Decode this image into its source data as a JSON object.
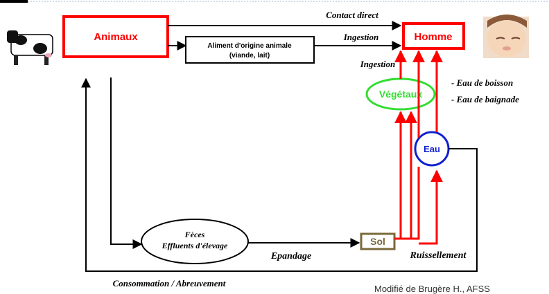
{
  "nodes": {
    "animaux": "Animaux",
    "homme": "Homme",
    "aliment_line1": "Aliment d'origine animale",
    "aliment_line2": "(viande, lait)",
    "vegetaux": "Végétaux",
    "eau": "Eau",
    "feces_line1": "Fèces",
    "feces_line2": "Effluents d'élevage",
    "sol": "Sol"
  },
  "edge_labels": {
    "contact_direct": "Contact direct",
    "ingestion_1": "Ingestion",
    "ingestion_2": "Ingestion",
    "eau_boisson": "- Eau de boisson",
    "eau_baignade": "- Eau de baignade",
    "epandage": "Epandage",
    "ruissellement": "Ruissellement",
    "consommation": "Consommation / Abreuvement"
  },
  "source": "Modifié de Brugère H., AFSS",
  "colors": {
    "red": "#ff0000",
    "green": "#33dd33",
    "blue": "#1020d0",
    "sol_border": "#7a6a3a",
    "sol_text": "#7a6a3a",
    "black": "#000000"
  },
  "icons": {
    "cow": "cow-icon",
    "baby": "baby-face-photo"
  }
}
